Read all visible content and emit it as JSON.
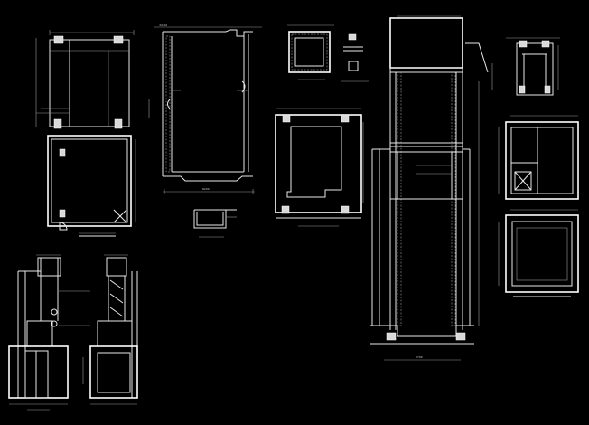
{
  "drawing": {
    "background": "#000000",
    "line_color": "#e8e8e8",
    "panels": [
      {
        "id": "plan-top-left"
      },
      {
        "id": "plan-mid-left"
      },
      {
        "id": "section-shaft"
      },
      {
        "id": "detail-small-top"
      },
      {
        "id": "plan-center"
      },
      {
        "id": "elevation-tall"
      },
      {
        "id": "detail-top-right"
      },
      {
        "id": "plan-right-1"
      },
      {
        "id": "plan-right-2"
      },
      {
        "id": "elevation-bottom-left-1"
      },
      {
        "id": "elevation-bottom-left-2"
      },
      {
        "id": "detail-pit"
      }
    ]
  }
}
